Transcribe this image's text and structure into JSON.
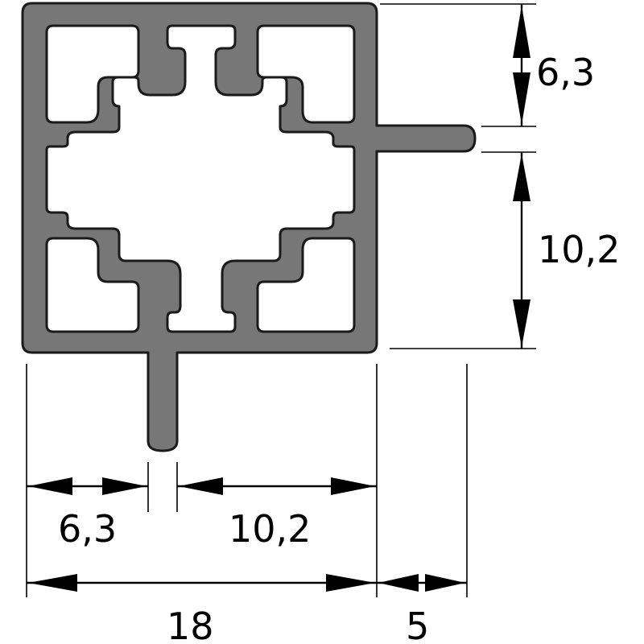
{
  "colors": {
    "profile_fill": "#777777",
    "profile_stroke": "#1a1a1a",
    "background": "#ffffff",
    "lines": "#000000"
  },
  "dimensions": {
    "right_upper": "6,3",
    "right_lower": "10,2",
    "bottom_left": "6,3",
    "bottom_right": "10,2",
    "bottom_total": "18",
    "bottom_fin": "5"
  }
}
